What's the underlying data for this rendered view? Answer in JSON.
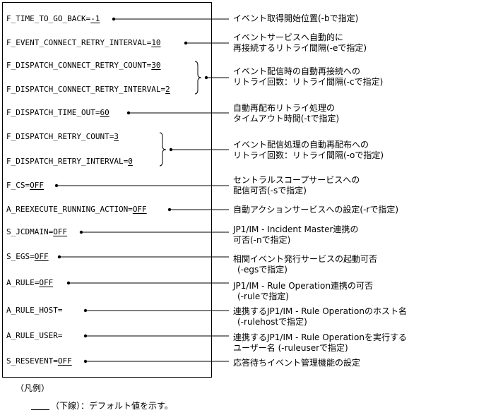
{
  "rows": [
    {
      "id": "time-to-go-back",
      "name": "F_TIME_TO_GO_BACK=",
      "value": "-1",
      "desc": [
        "イベント取得開始位置(-bで指定)"
      ]
    },
    {
      "id": "event-connect-retry-interval",
      "name": "F_EVENT_CONNECT_RETRY_INTERVAL=",
      "value": "10",
      "desc": [
        "イベントサービスへ自動的に",
        "再接続するリトライ間隔(-eで指定)"
      ]
    },
    {
      "id": "dispatch-connect-retry",
      "group": true,
      "items": [
        {
          "id": "dispatch-connect-retry-count",
          "name": "F_DISPATCH_CONNECT_RETRY_COUNT=",
          "value": "30"
        },
        {
          "id": "dispatch-connect-retry-interval",
          "name": "F_DISPATCH_CONNECT_RETRY_INTERVAL=",
          "value": "2"
        }
      ],
      "desc": [
        "イベント配信時の自動再接続への",
        "リトライ回数：リトライ間隔(-cで指定)"
      ]
    },
    {
      "id": "dispatch-time-out",
      "name": "F_DISPATCH_TIME_OUT=",
      "value": "60",
      "desc": [
        "自動再配布リトライ処理の",
        "タイムアウト時間(-tで指定)"
      ]
    },
    {
      "id": "dispatch-retry",
      "group": true,
      "items": [
        {
          "id": "dispatch-retry-count",
          "name": "F_DISPATCH_RETRY_COUNT=",
          "value": "3"
        },
        {
          "id": "dispatch-retry-interval",
          "name": "F_DISPATCH_RETRY_INTERVAL=",
          "value": "0"
        }
      ],
      "desc": [
        "イベント配信処理の自動再配布への",
        "リトライ回数：リトライ間隔(-oで指定)"
      ]
    },
    {
      "id": "cs",
      "name": "F_CS=",
      "value": "OFF",
      "desc": [
        "セントラルスコープサービスへの",
        "配信可否(-sで指定)"
      ]
    },
    {
      "id": "reexecute-running-action",
      "name": "A_REEXECUTE_RUNNING_ACTION=",
      "value": "OFF",
      "desc": [
        "自動アクションサービスへの設定(-rで指定)"
      ]
    },
    {
      "id": "jcdmain",
      "name": "S_JCDMAIN=",
      "value": "OFF",
      "desc": [
        "JP1/IM - Incident Master連携の",
        "可否(-nで指定)"
      ]
    },
    {
      "id": "egs",
      "name": "S_EGS=",
      "value": "OFF",
      "desc": [
        "相関イベント発行サービスの起動可否",
        "(-egsで指定)"
      ]
    },
    {
      "id": "rule",
      "name": "A_RULE=",
      "value": "OFF",
      "desc": [
        "JP1/IM - Rule Operation連携の可否",
        "(-ruleで指定)"
      ]
    },
    {
      "id": "rule-host",
      "name": "A_RULE_HOST=",
      "value": "",
      "desc": [
        "連携するJP1/IM - Rule Operationのホスト名",
        "(-rulehostで指定)"
      ]
    },
    {
      "id": "rule-user",
      "name": "A_RULE_USER=",
      "value": "",
      "desc": [
        "連携するJP1/IM - Rule Operationを実行する",
        "ユーザー名 (-ruleuserで指定)"
      ]
    },
    {
      "id": "resevent",
      "name": "S_RESEVENT=",
      "value": "OFF",
      "desc": [
        "応答待ちイベント管理機能の設定"
      ]
    }
  ],
  "legend": {
    "title": "（凡例）",
    "underline_meaning": "（下線）：デフォルト値を示す。"
  }
}
